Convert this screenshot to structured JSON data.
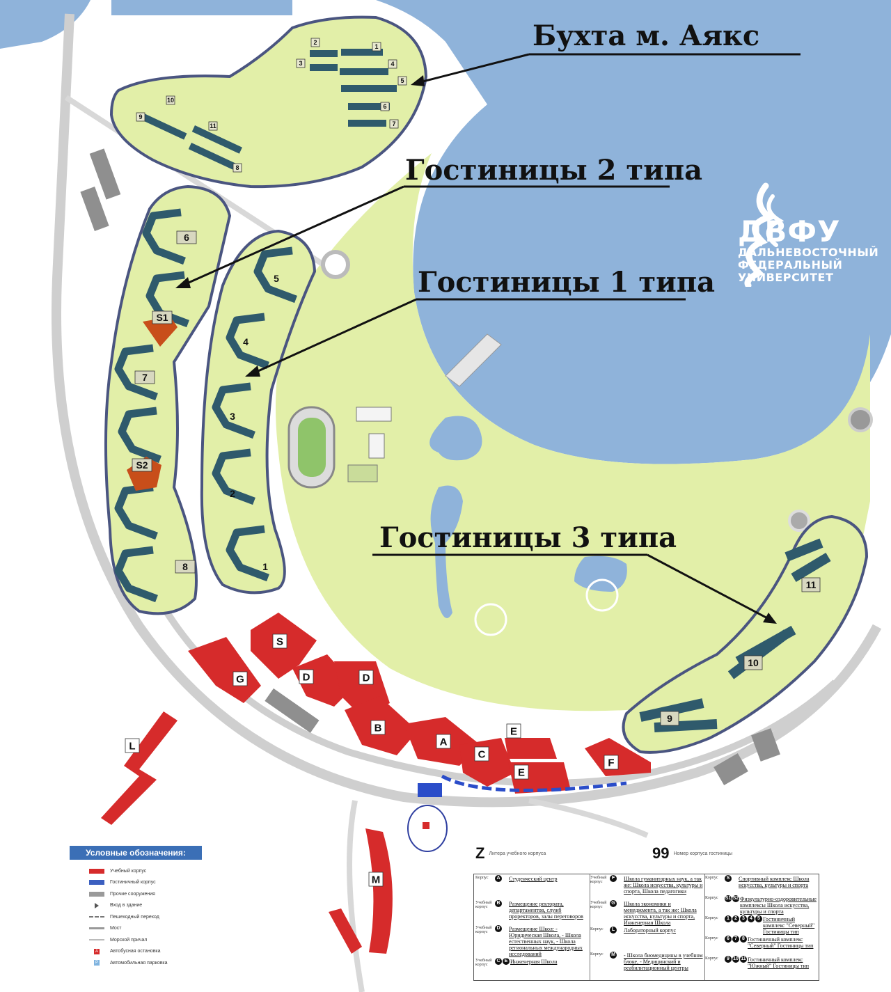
{
  "callouts": {
    "bay": "Бухта м. Аякс",
    "hotels2": "Гостиницы 2 типа",
    "hotels1": "Гостиницы 1 типа",
    "hotels3": "Гостиницы 3 типа"
  },
  "logo": {
    "title": "ДВФУ",
    "line1": "ДАЛЬНЕВОСТОЧНЫЙ",
    "line2": "ФЕДЕРАЛЬНЫЙ",
    "line3": "УНИВЕРСИТЕТ"
  },
  "colors": {
    "sea": "#8fb3da",
    "park": "#e2efa8",
    "road": "#d4d4d4",
    "academic": "#d62b2b",
    "hotel": "#2f5a6c",
    "outline": "#4a5580",
    "legend_header": "#3b6fb6",
    "sports": "#c84e1a"
  },
  "bay_labels": [
    "1",
    "2",
    "3",
    "4",
    "5",
    "6",
    "7",
    "8",
    "9",
    "10",
    "11"
  ],
  "hotels1_labels": [
    "1",
    "2",
    "3",
    "4",
    "5"
  ],
  "hotels2_labels": [
    "6",
    "7",
    "8",
    "S1",
    "S2"
  ],
  "hotels3_labels": [
    "9",
    "10",
    "11"
  ],
  "academic_labels": [
    "S",
    "G",
    "D",
    "D",
    "B",
    "A",
    "C",
    "E",
    "E",
    "F",
    "L",
    "M"
  ],
  "legend": {
    "title": "Условные обозначения:",
    "items": [
      "Учебный корпус",
      "Гостиничный корпус",
      "Прочие сооружения",
      "Вход в здание",
      "Пешеходный переход",
      "Мост",
      "Морской причал",
      "Автобусная остановка",
      "Автомобильная парковка"
    ]
  },
  "notes": {
    "letter_sample": "Z",
    "letter_desc": "Литера учебного корпуса",
    "number_sample": "99",
    "number_desc": "Номер корпуса гостиницы"
  },
  "table": {
    "col1": [
      {
        "prefix": "Корпус",
        "badges": [
          "A"
        ],
        "text": "Студенческий центр"
      },
      {
        "prefix": "Учебный корпус",
        "badges": [
          "B"
        ],
        "text": "Размещение ректората, департаментов, служб проректоров, залы переговоров"
      },
      {
        "prefix": "Учебный корпус",
        "badges": [
          "D"
        ],
        "text": "Размещение Школ: - Юридическая Школа, - Школа естественных наук, - Школа региональных международных исследований"
      },
      {
        "prefix": "Учебный корпус",
        "badges": [
          "C",
          "E"
        ],
        "text": "Инженерная Школа"
      }
    ],
    "col2": [
      {
        "prefix": "Учебный корпус",
        "badges": [
          "F"
        ],
        "text": "Школа гуманитарных наук, а так же: Школа искусства, культуры и спорта, Школа педагогики"
      },
      {
        "prefix": "Учебный корпус",
        "badges": [
          "G"
        ],
        "text": "Школа экономики и менеджмента, а так же: Школа искусства, культуры и спорта, Инженерная Школа"
      },
      {
        "prefix": "Корпус",
        "badges": [
          "L"
        ],
        "text": "Лабораторный корпус"
      },
      {
        "prefix": "Корпус",
        "badges": [
          "M"
        ],
        "text": "- Школа биомедицины в учебном блоке, - Медицинский и реабилитационный центры"
      }
    ],
    "col3": [
      {
        "prefix": "Корпус",
        "badges": [
          "S"
        ],
        "text": "Спортивный комплекс Школа искусства, культуры и спорта"
      },
      {
        "prefix": "Корпус",
        "badges": [
          "S1",
          "S2"
        ],
        "text": "Физкультурно-оздоровительные комплексы Школа искусства, культуры и спорта"
      },
      {
        "prefix": "Корпус",
        "badges": [
          "1",
          "2",
          "3",
          "4",
          "5"
        ],
        "text": "Гостиничный комплекс \"Северный\" Гостиницы тип"
      },
      {
        "prefix": "Корпус",
        "badges": [
          "6",
          "7",
          "8"
        ],
        "text": "Гостиничный комплекс \"Северный\" Гостиницы тип"
      },
      {
        "prefix": "Корпус",
        "badges": [
          "9",
          "10",
          "11"
        ],
        "text": "Гостиничный комплекс \"Южный\" Гостиницы тип"
      }
    ]
  }
}
